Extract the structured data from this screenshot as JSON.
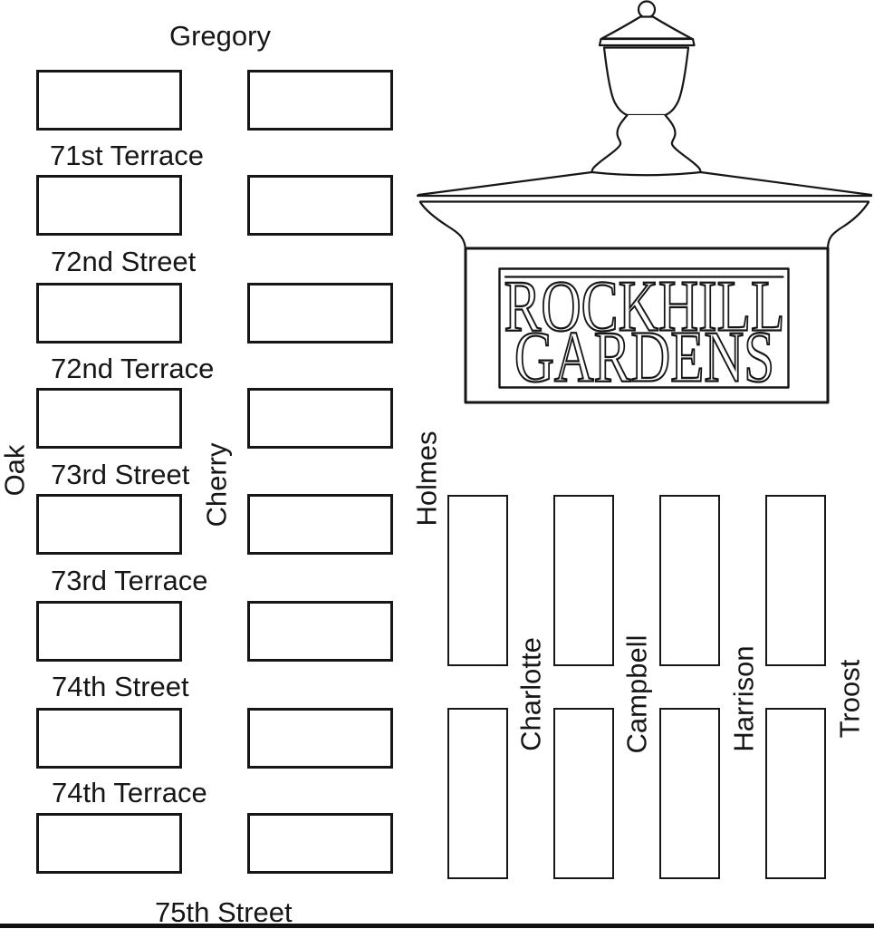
{
  "colors": {
    "ink": "#161616",
    "background": "#ffffff"
  },
  "sign": {
    "line1": "ROCKHILL",
    "line2": "GARDENS"
  },
  "streets": {
    "horizontal": [
      "Gregory",
      "71st Terrace",
      "72nd Street",
      "72nd Terrace",
      "73rd Street",
      "73rd Terrace",
      "74th Street",
      "74th Terrace",
      "75th Street"
    ],
    "vertical": [
      "Oak",
      "Cherry",
      "Holmes",
      "Charlotte",
      "Campbell",
      "Harrison",
      "Troost"
    ]
  }
}
